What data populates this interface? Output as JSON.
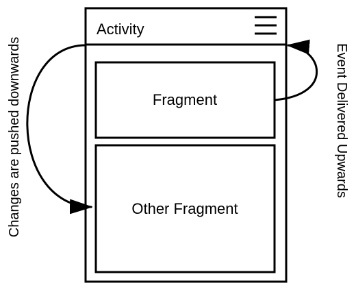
{
  "diagram": {
    "activity": {
      "title": "Activity",
      "menu_icon": "hamburger-menu-icon"
    },
    "fragments": [
      {
        "label": "Fragment"
      },
      {
        "label": "Other Fragment"
      }
    ],
    "arrows": {
      "left_label": "Changes are pushed downwards",
      "right_label": "Event Delivered Upwards"
    },
    "colors": {
      "stroke": "#000000",
      "background": "#ffffff"
    }
  }
}
